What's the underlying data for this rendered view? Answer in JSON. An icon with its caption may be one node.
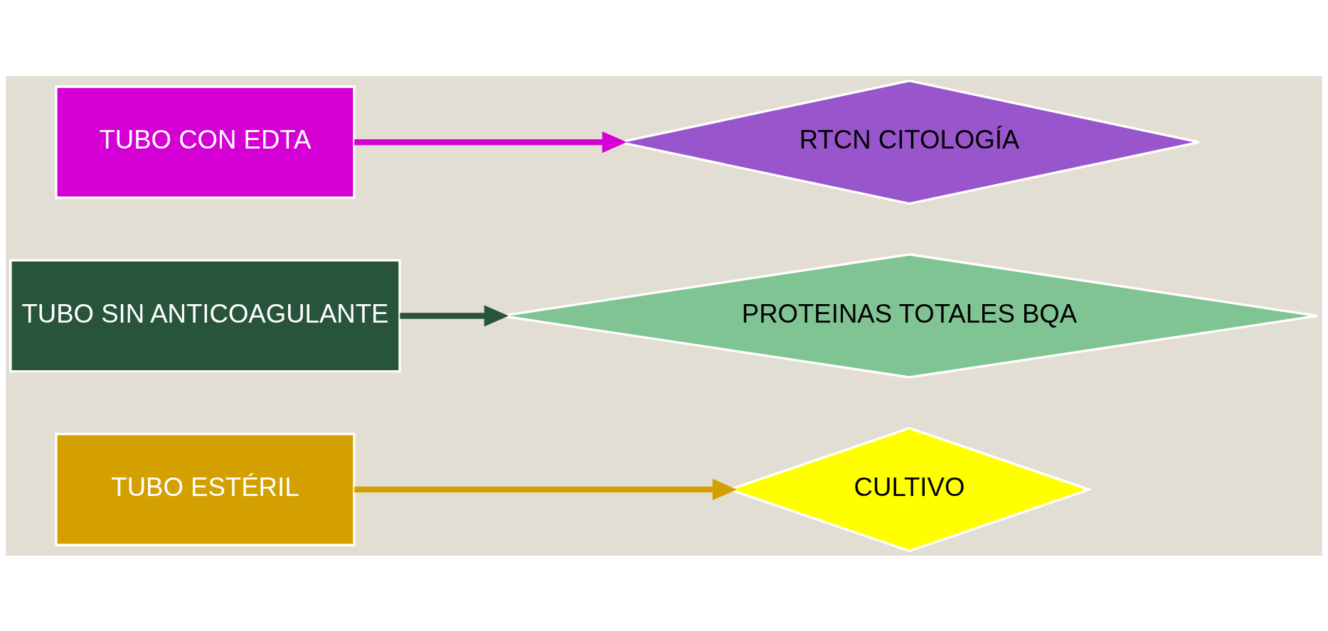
{
  "diagram": {
    "nodes": [
      {
        "text": [
          "TUBO CON EDTA"
        ]
      },
      {
        "text": [
          "RTCN CITOLOGÍA"
        ]
      },
      {
        "text": [
          "TUBO SIN ANTICOAGULANTE"
        ]
      },
      {
        "text": [
          "PROTEINAS TOTALES BQA"
        ]
      },
      {
        "text": [
          "TUBO ESTÉRIL"
        ]
      },
      {
        "text": [
          "CULTIVO"
        ]
      }
    ],
    "edges": [
      {
        "from": 0,
        "to": 1,
        "arrow": "to",
        "color": "#d400d4"
      },
      {
        "from": 2,
        "to": 3,
        "arrow": "to",
        "color": "#27543a"
      },
      {
        "from": 4,
        "to": 5,
        "arrow": "to",
        "color": "#d4a000"
      }
    ]
  }
}
